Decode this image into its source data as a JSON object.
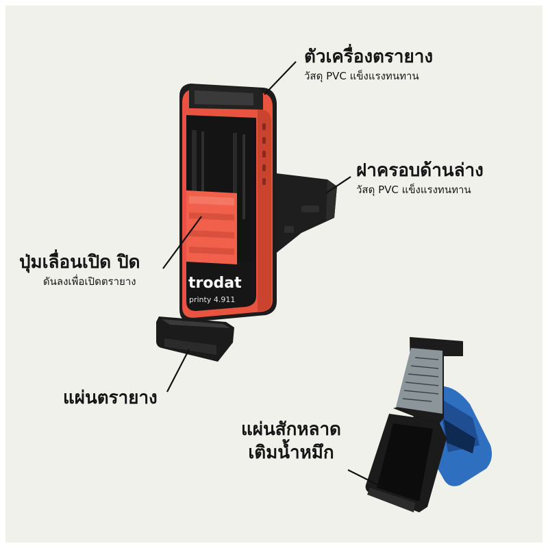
{
  "labels": {
    "body": {
      "title": "ตัวเครื่องตรายาง",
      "subtitle": "วัสดุ PVC แข็งแรงทนทาน"
    },
    "bottom_cover": {
      "title": "ฝาครอบด้านล่าง",
      "subtitle": "วัสดุ PVC แข็งแรงทนทาน"
    },
    "slide_button": {
      "title": "ปุ่มเลื่อนเปิด ปิด",
      "subtitle": "ดันลงเพื่อเปิดตรายาง"
    },
    "stamp_plate": {
      "title": "แผ่นตรายาง"
    },
    "ink_pad": {
      "line1": "แผ่นสักหลาด",
      "line2": "เติมน้ำหมึก"
    }
  },
  "product": {
    "brand": "trodat",
    "model": "printy 4.911"
  },
  "colors": {
    "body_orange": "#e8543f",
    "button_orange": "#f0604a",
    "dark": "#1c1c1c",
    "ink_blue": "#2f6fc0",
    "background": "#f1f1ec"
  }
}
